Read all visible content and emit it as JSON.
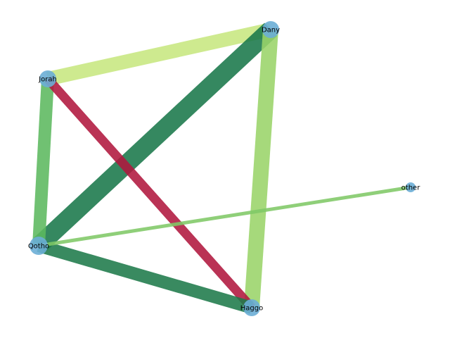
{
  "graph": {
    "node_color": "#6baed6",
    "nodes": [
      {
        "id": "dany",
        "label": "Dany"
      },
      {
        "id": "jorah",
        "label": "Jorah"
      },
      {
        "id": "qotho",
        "label": "Qotho"
      },
      {
        "id": "haggo",
        "label": "Haggo"
      },
      {
        "id": "other",
        "label": "other"
      }
    ],
    "edges": [
      {
        "source": "jorah",
        "target": "dany",
        "color": "#c7e77f"
      },
      {
        "source": "dany",
        "target": "qotho",
        "color": "#19774a"
      },
      {
        "source": "dany",
        "target": "haggo",
        "color": "#9ad469"
      },
      {
        "source": "jorah",
        "target": "qotho",
        "color": "#5cb85e"
      },
      {
        "source": "jorah",
        "target": "haggo",
        "color": "#b0173e"
      },
      {
        "source": "qotho",
        "target": "haggo",
        "color": "#1e7a4a"
      },
      {
        "source": "qotho",
        "target": "other",
        "color": "#7fc866"
      }
    ]
  }
}
